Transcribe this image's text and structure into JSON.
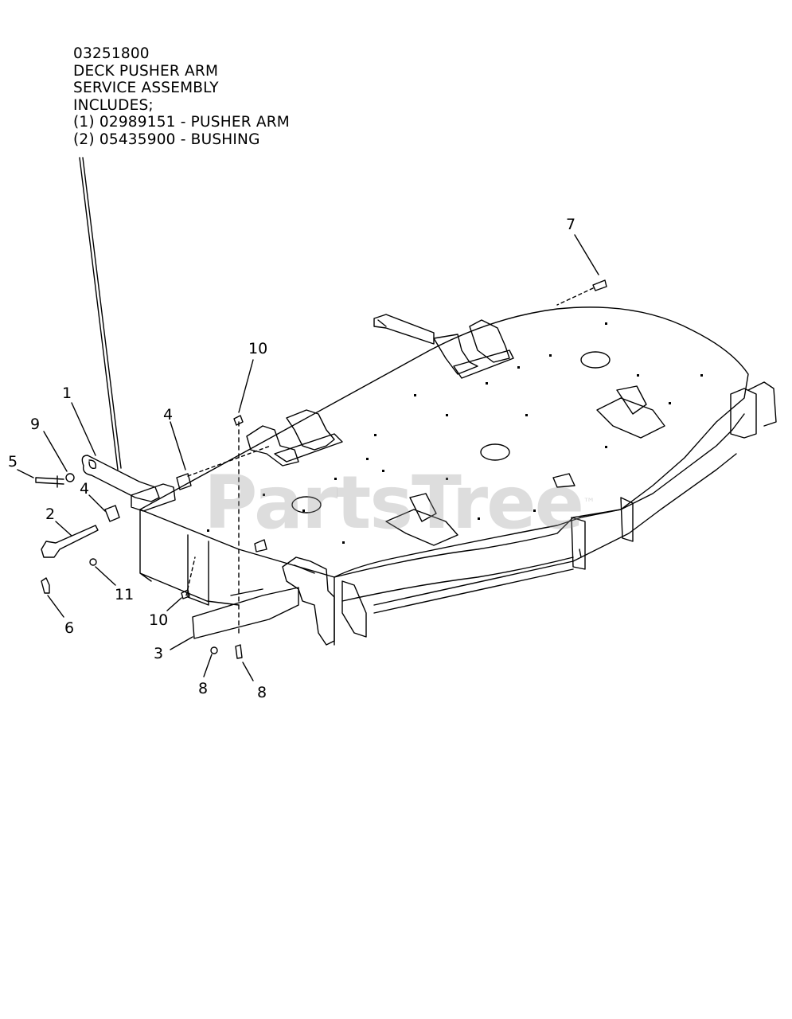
{
  "note": {
    "lines": [
      "03251800",
      "DECK PUSHER ARM",
      "SERVICE ASSEMBLY",
      "INCLUDES;",
      "(1) 02989151 - PUSHER ARM",
      "(2) 05435900 - BUSHING"
    ]
  },
  "callouts": {
    "c1": "1",
    "c2": "2",
    "c3": "3",
    "c4a": "4",
    "c4b": "4",
    "c5": "5",
    "c6": "6",
    "c7": "7",
    "c8a": "8",
    "c8b": "8",
    "c9": "9",
    "c10a": "10",
    "c10b": "10",
    "c11": "11"
  },
  "watermark": {
    "text": "PartsTree",
    "mark": "™"
  }
}
